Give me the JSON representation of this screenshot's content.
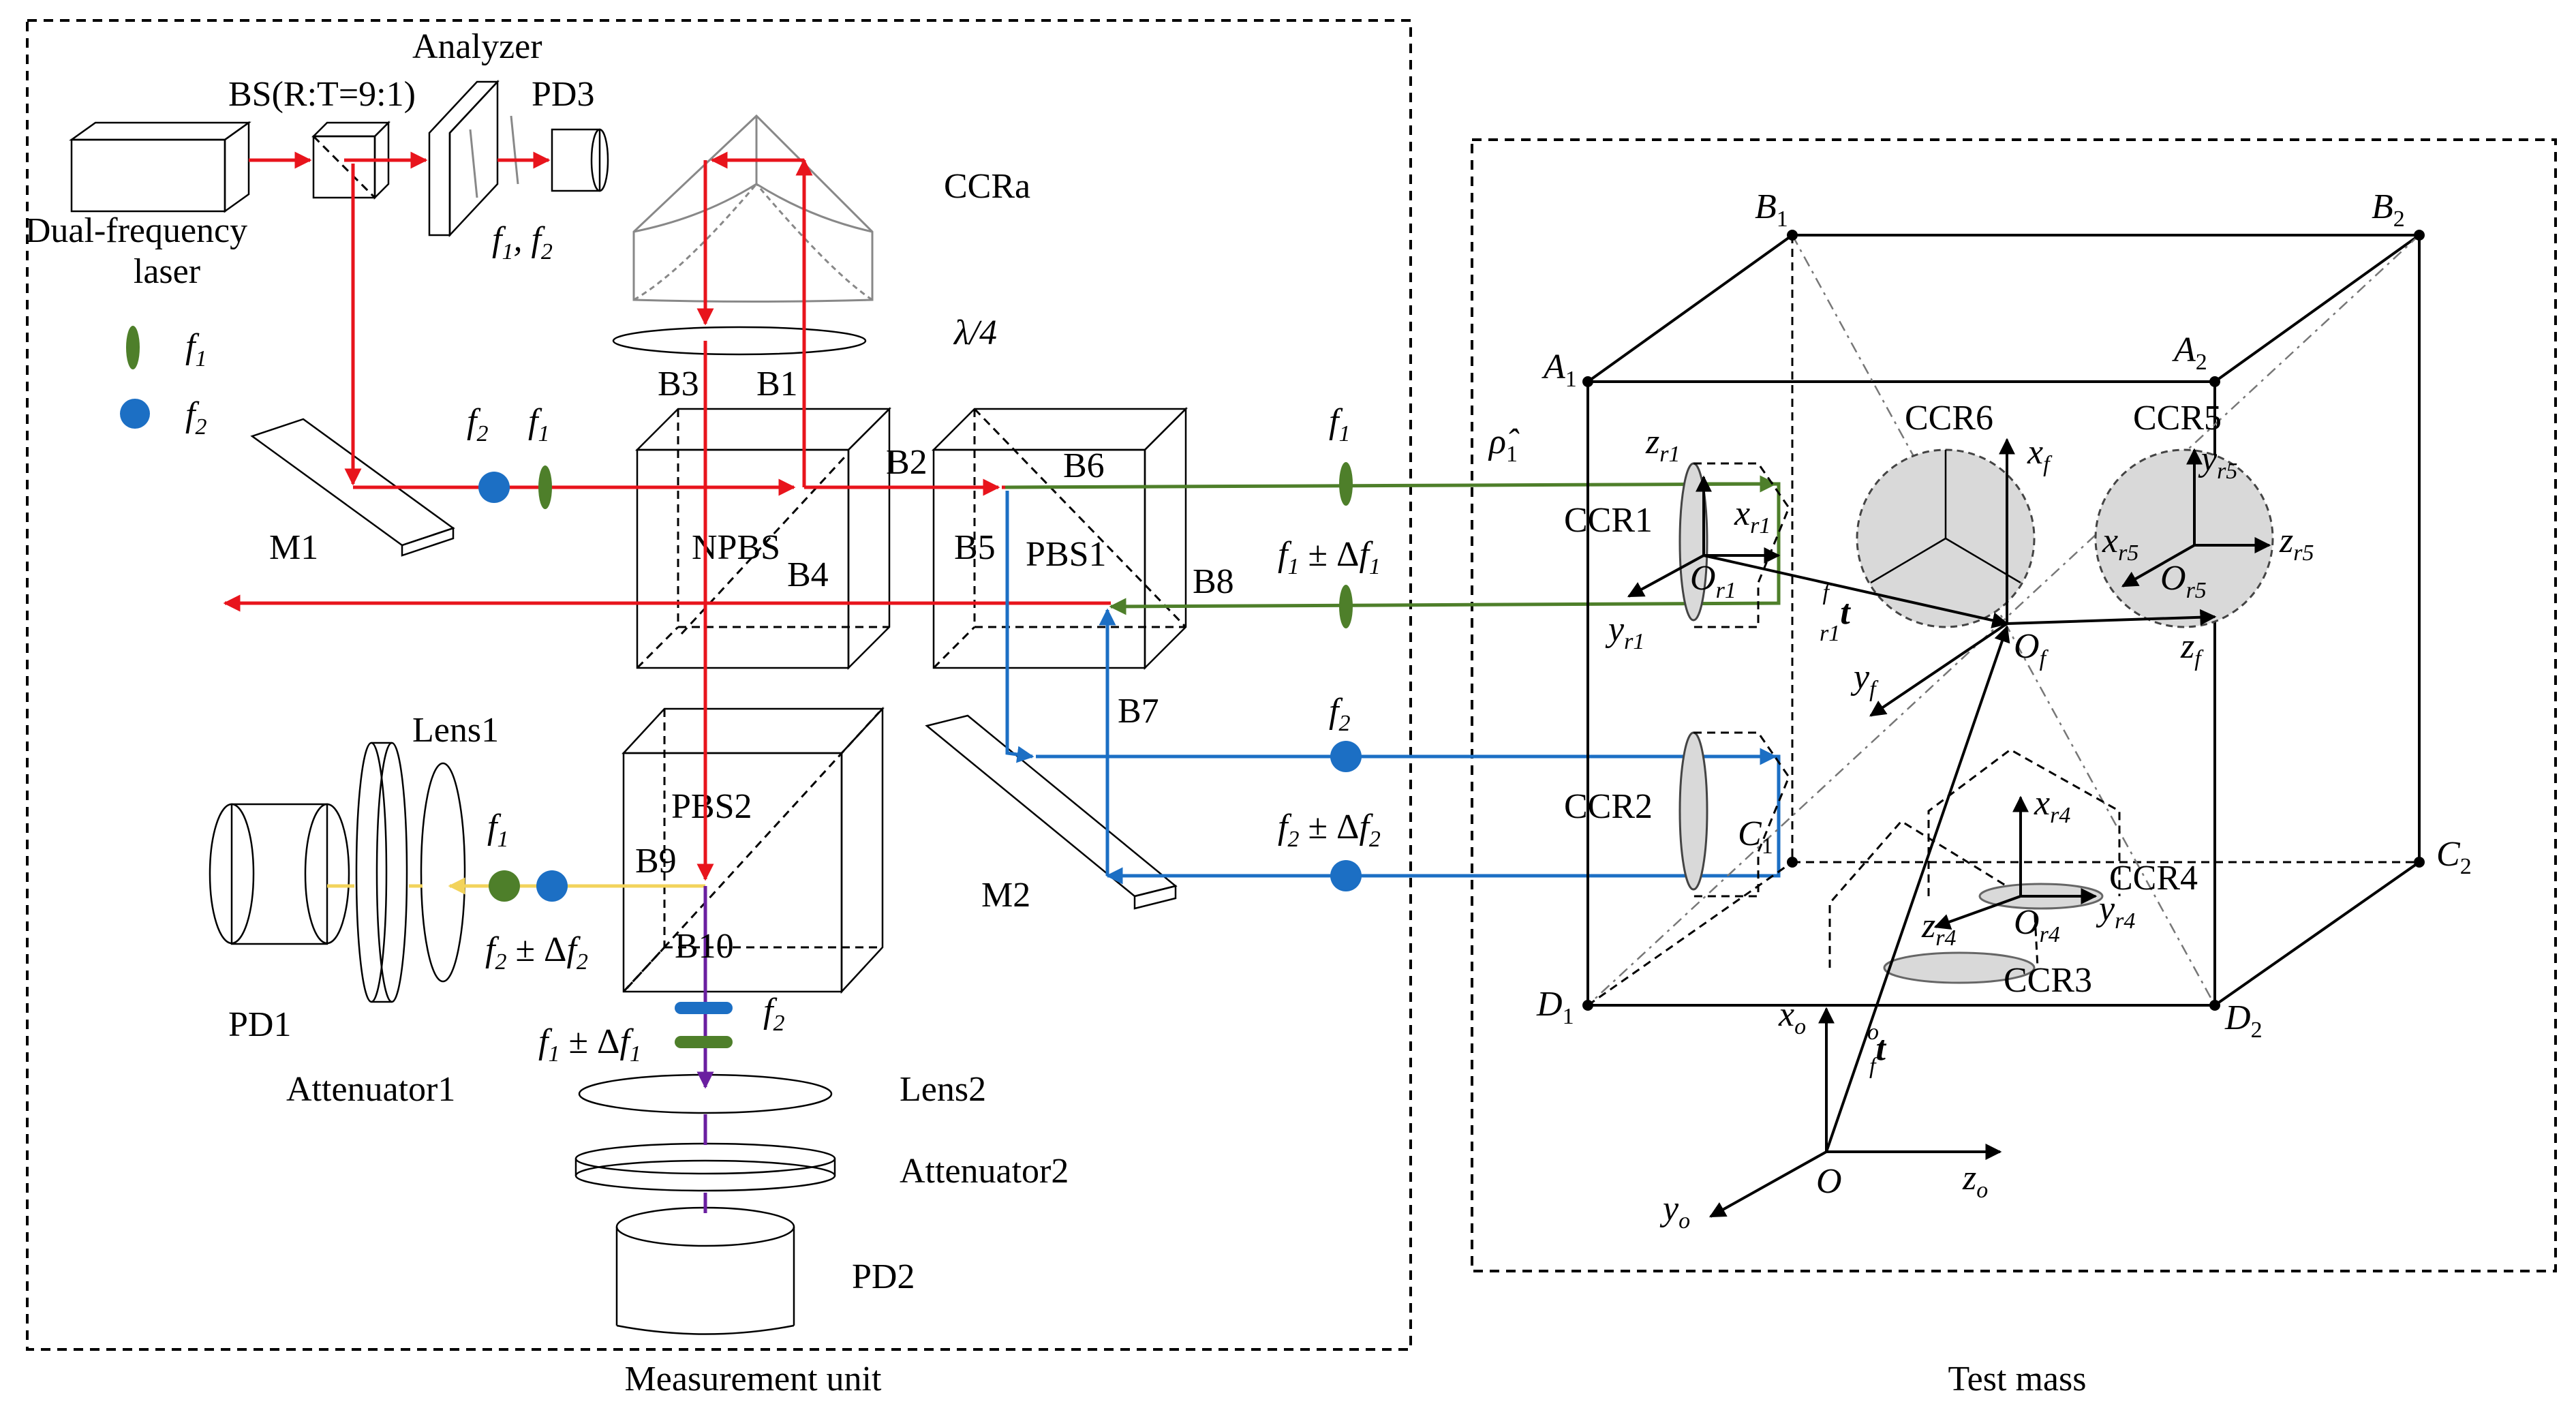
{
  "diagram": {
    "sections": {
      "measurement_unit": "Measurement unit",
      "test_mass": "Test mass"
    },
    "components": {
      "laser": [
        "Dual-frequency",
        "laser"
      ],
      "bs": "BS(R:T=9:1)",
      "analyzer": "Analyzer",
      "pd3": "PD3",
      "ccra": "CCRa",
      "qwp": "λ/4",
      "npbs": "NPBS",
      "pbs1": "PBS1",
      "pbs2": "PBS2",
      "m1": "M1",
      "m2": "M2",
      "lens1": "Lens1",
      "lens2": "Lens2",
      "attenuator1": "Attenuator1",
      "attenuator2": "Attenuator2",
      "pd1": "PD1",
      "pd2": "PD2"
    },
    "points": {
      "b1": "B1",
      "b2": "B2",
      "b3": "B3",
      "b4": "B4",
      "b5": "B5",
      "b6": "B6",
      "b7": "B7",
      "b8": "B8",
      "b9": "B9",
      "b10": "B10"
    },
    "reflectors": {
      "ccr1": "CCR1",
      "ccr2": "CCR2",
      "ccr3": "CCR3",
      "ccr4": "CCR4",
      "ccr5": "CCR5",
      "ccr6": "CCR6"
    },
    "cube_vertices": {
      "a1": "A",
      "a1_sub": "1",
      "a2": "A",
      "a2_sub": "2",
      "b1": "B",
      "b1_sub": "1",
      "b2": "B",
      "b2_sub": "2",
      "c1": "C",
      "c1_sub": "1",
      "c2": "C",
      "c2_sub": "2",
      "d1": "D",
      "d1_sub": "1",
      "d2": "D",
      "d2_sub": "2"
    },
    "frequencies": {
      "f": "f",
      "one": "1",
      "two": "2",
      "pm_df": " ± Δ",
      "comma": ", "
    },
    "legend": {
      "green_marker": "f1",
      "blue_marker": "f2"
    },
    "axes": {
      "x": "x",
      "y": "y",
      "z": "z",
      "O": "O",
      "r1": "r1",
      "r4": "r4",
      "r5": "r5",
      "f": "f",
      "o": "o",
      "t": "t",
      "rho": "ρ̂",
      "rho_sub": "1"
    },
    "colors": {
      "measurement_beam": "#e8141c",
      "f1_beam": "#4e7f2a",
      "f2_beam": "#1c6fc4",
      "pd1_beam": "#f2d35b",
      "pd2_beam": "#6a1fa0"
    }
  }
}
